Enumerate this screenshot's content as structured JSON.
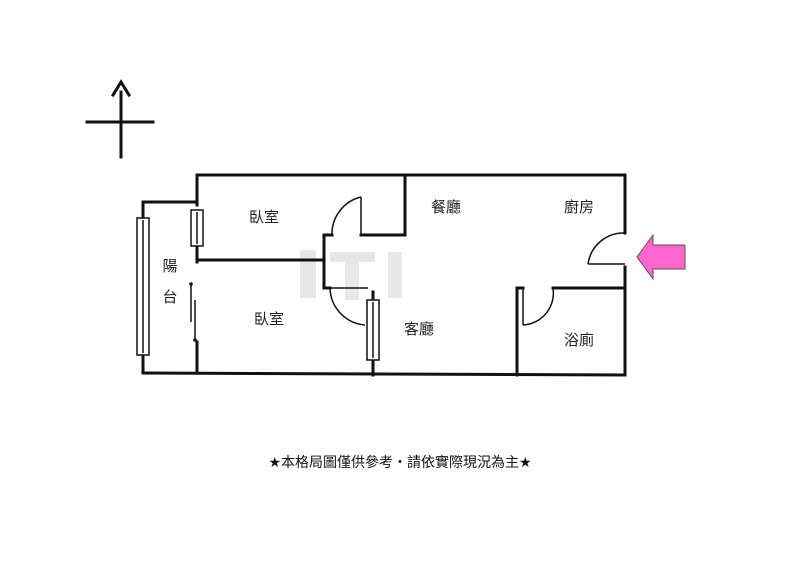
{
  "rooms": {
    "bedroom_top": "臥室",
    "bedroom_bottom": "臥室",
    "dining": "餐廳",
    "kitchen": "廚房",
    "living": "客廳",
    "bathroom": "浴廁",
    "balcony_1": "陽",
    "balcony_2": "台"
  },
  "colors": {
    "entrance_arrow": "#ff66cc",
    "walls": "#111111"
  },
  "icons": {
    "north": "north-arrow-icon",
    "entrance": "entrance-arrow-icon"
  },
  "disclaimer": "★本格局圖僅供參考・請依實際現況為主★"
}
